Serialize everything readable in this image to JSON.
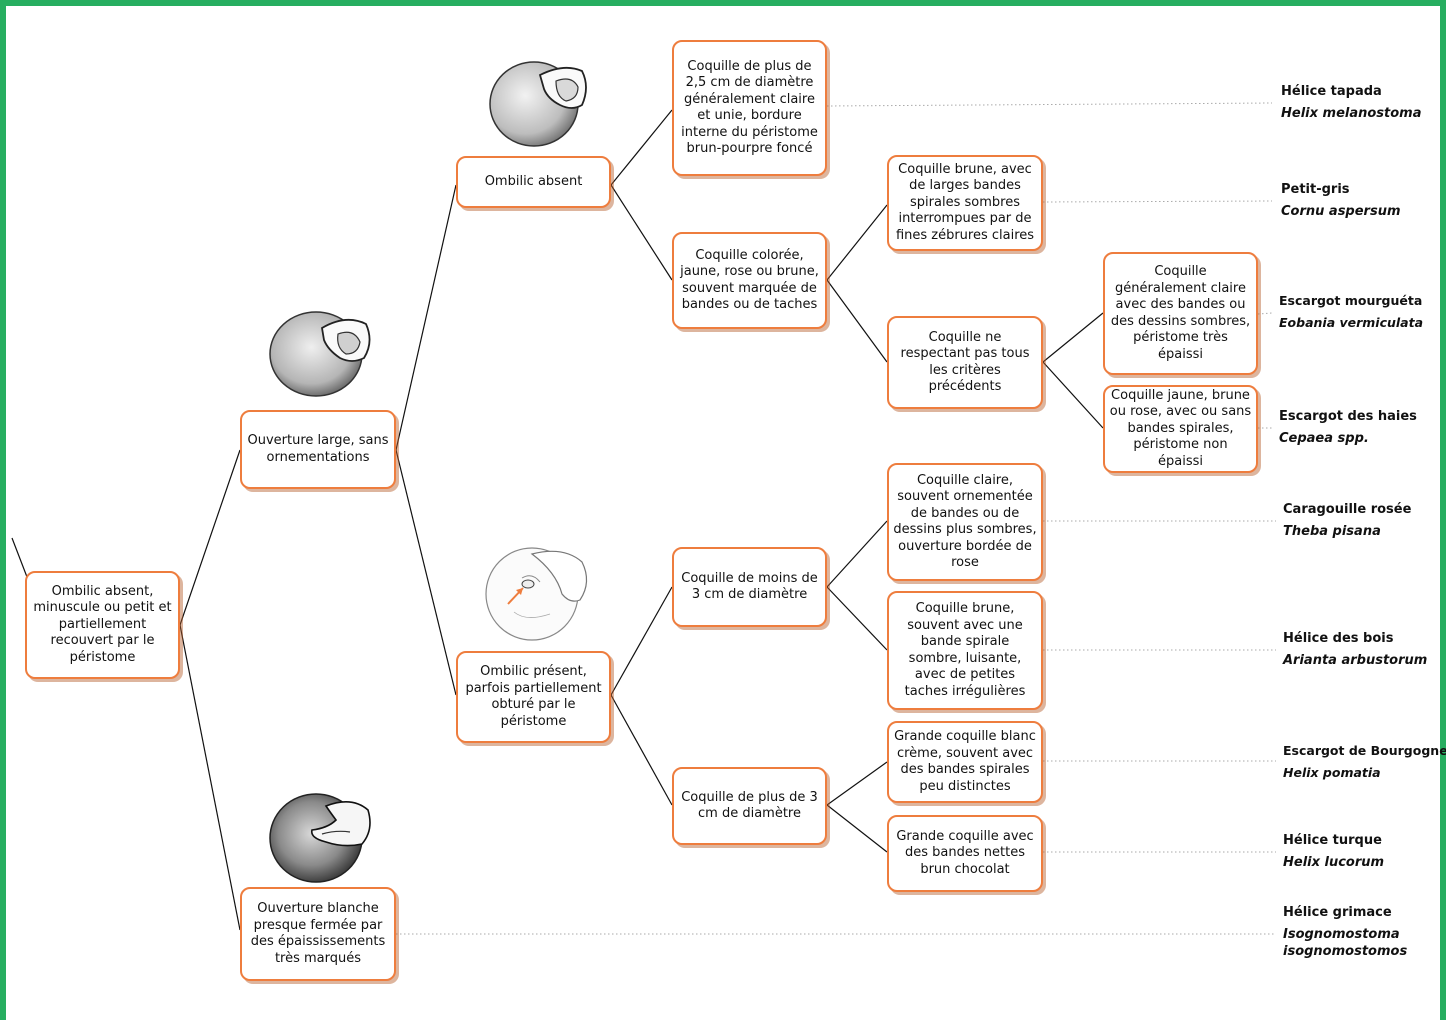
{
  "nodes": {
    "root": "Ombilic absent, minuscule ou petit et partiellement recouvert par le péristome",
    "ouverture_large": "Ouverture large, sans ornementations",
    "ouverture_blanche": "Ouverture blanche presque fermée par des épaississements très marqués",
    "ombilic_absent": "Ombilic absent",
    "ombilic_present": "Ombilic présent, parfois partiellement obturé par le péristome",
    "coquille_plus_25": "Coquille  de plus de 2,5 cm de diamètre généralement claire et unie, bordure interne du péristome brun-pourpre foncé",
    "coquille_coloree": "Coquille colorée, jaune, rose ou brune, souvent marquée de bandes ou de taches",
    "coquille_brune_larges": "Coquille brune, avec de larges bandes spirales sombres interrompues par de fines zébrures claires",
    "coquille_ne_respectant": "Coquille ne respectant pas tous les critères précédents",
    "coquille_generalement_claire": "Coquille généralement claire avec des bandes ou des dessins sombres, péristome très épaissi",
    "coquille_jaune": "Coquille jaune, brune ou rose, avec ou sans bandes spirales, péristome non épaissi",
    "coquille_moins_3": "Coquille de moins de 3 cm de diamètre",
    "coquille_plus_3": "Coquille de plus de 3 cm de diamètre",
    "coquille_claire_rose": "Coquille claire, souvent ornementée de bandes ou de dessins plus sombres, ouverture bordée de rose",
    "coquille_brune_luisante": "Coquille brune, souvent avec une bande spirale sombre, luisante, avec de petites taches irrégulières",
    "grande_blanc_creme": "Grande coquille blanc crème, souvent avec des bandes spirales peu distinctes",
    "grande_brun_chocolat": "Grande coquille avec des bandes nettes brun chocolat"
  },
  "species": [
    {
      "common": "Hélice tapada",
      "latin": "Helix melanostoma"
    },
    {
      "common": "Petit-gris",
      "latin": "Cornu aspersum"
    },
    {
      "common": "Escargot mourguéta",
      "latin": "Eobania vermiculata"
    },
    {
      "common": "Escargot des haies",
      "latin": "Cepaea spp."
    },
    {
      "common": "Caragouille rosée",
      "latin": "Theba pisana"
    },
    {
      "common": "Hélice des bois",
      "latin": "Arianta arbustorum"
    },
    {
      "common": "Escargot de Bourgogne",
      "latin": "Helix pomatia"
    },
    {
      "common": "Hélice turque",
      "latin": "Helix lucorum"
    },
    {
      "common": "Hélice grimace",
      "latin": "Isognomostoma isognomostomos"
    }
  ],
  "colors": {
    "box_border": "#ee7d3e",
    "frame": "#27ae60",
    "arrow": "#ee7d3e"
  }
}
